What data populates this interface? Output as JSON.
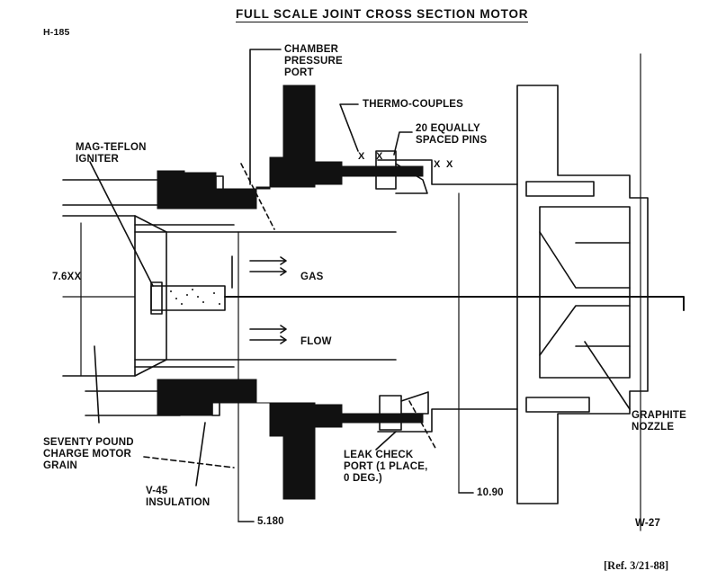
{
  "title": "FULL SCALE JOINT CROSS SECTION MOTOR",
  "figure_id": "H-185",
  "labels": {
    "chamber_pressure_port": "CHAMBER\nPRESSURE\nPORT",
    "thermocouples": "THERMO-COUPLES",
    "pins": "20 EQUALLY\nSPACED PINS",
    "igniter": "MAG-TEFLON\nIGNITER",
    "gas": "GAS",
    "flow": "FLOW",
    "diameter": "7.6XX",
    "grain": "SEVENTY POUND\nCHARGE MOTOR\nGRAIN",
    "insulation": "V-45\nINSULATION",
    "leak_check_port": "LEAK CHECK\nPORT (1 PLACE,\n0 DEG.)",
    "dim_10_90": "10.90",
    "dim_5_180": "5.180",
    "graphite_nozzle": "GRAPHITE\nNOZZLE",
    "w_27": "W-27"
  },
  "reference": "[Ref. 3/21-88]"
}
